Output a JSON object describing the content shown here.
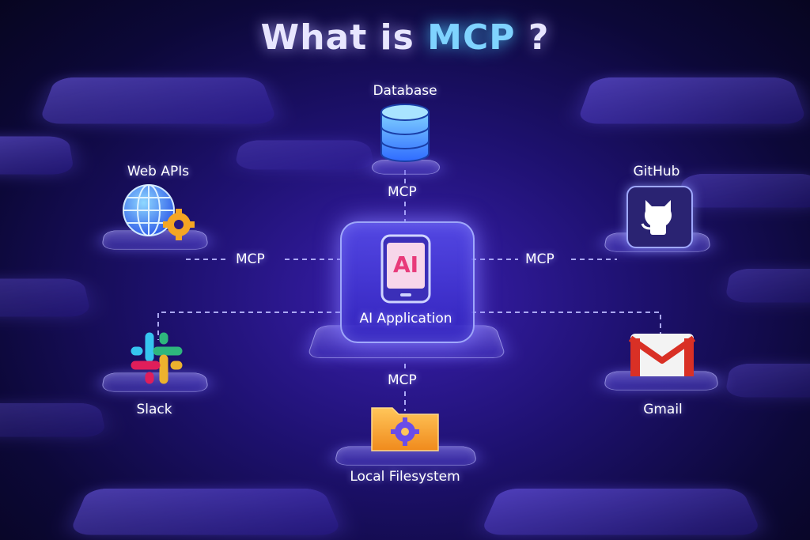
{
  "title": {
    "prefix": "What is",
    "highlight": "MCP",
    "suffix": "?"
  },
  "center": {
    "badge": "AI",
    "label": "AI Application"
  },
  "nodes": {
    "database": "Database",
    "web_apis": "Web APIs",
    "github": "GitHub",
    "slack": "Slack",
    "gmail": "Gmail",
    "filesystem": "Local Filesystem"
  },
  "connector_label": "MCP",
  "colors": {
    "accent": "#7fd3ff",
    "background": "#1e1170",
    "link": "#b9b8ff"
  },
  "icons": [
    "database-icon",
    "globe-gear-icon",
    "github-icon",
    "ai-device-icon",
    "slack-icon",
    "gmail-icon",
    "folder-gear-icon"
  ]
}
